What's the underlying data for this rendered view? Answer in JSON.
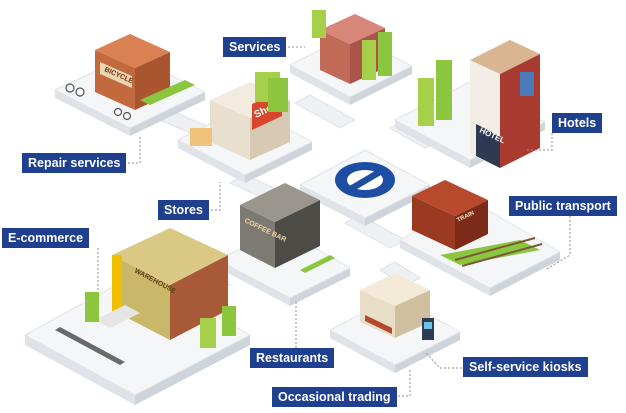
{
  "labels": {
    "services": "Services",
    "repair_services": "Repair services",
    "hotels": "Hotels",
    "stores": "Stores",
    "public_transport": "Public transport",
    "e_commerce": "E-commerce",
    "restaurants": "Restaurants",
    "self_service_kiosks": "Self-service kiosks",
    "occasional_trading": "Occasional trading"
  },
  "signs": {
    "bicycle": "BICYCLE",
    "shop": "Shop",
    "hotel": "HOTEL",
    "coffee_bar": "COFFEE BAR",
    "warehouse": "WAREHOUSE",
    "train": "TRAIN"
  },
  "colors": {
    "label_bg": "#1f3f8f",
    "label_text": "#ffffff",
    "brand_blue": "#1d4ea3",
    "grass": "#8cc63f",
    "tree_green": "#a6d04a",
    "brick": "#b84a2f",
    "shop_red": "#d9462b"
  },
  "icons": {
    "center_logo": "circle-slash-logo-icon"
  }
}
